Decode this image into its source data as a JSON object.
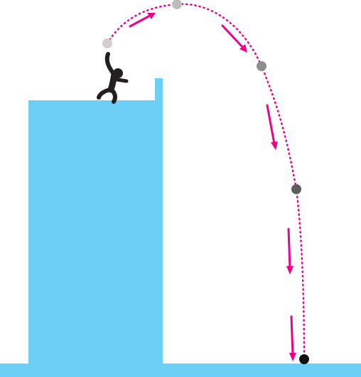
{
  "diagram": {
    "scene": "projectile-thrown-from-building",
    "colors": {
      "building": "#6DCFF6",
      "ground": "#6DCFF6",
      "trajectory": "#EC008C",
      "arrow": "#EC008C",
      "person": "#231F20",
      "ball_light": "#C8C8C8",
      "ball_mid": "#BDBDBD",
      "ball_dark_mid": "#8A8A8A",
      "ball_dark": "#5E5E5E",
      "ball_black": "#111111"
    },
    "ball_positions_count": 5,
    "arrows_count": 5,
    "icons": [
      "person-icon",
      "ball-icon",
      "arrow-icon"
    ]
  }
}
